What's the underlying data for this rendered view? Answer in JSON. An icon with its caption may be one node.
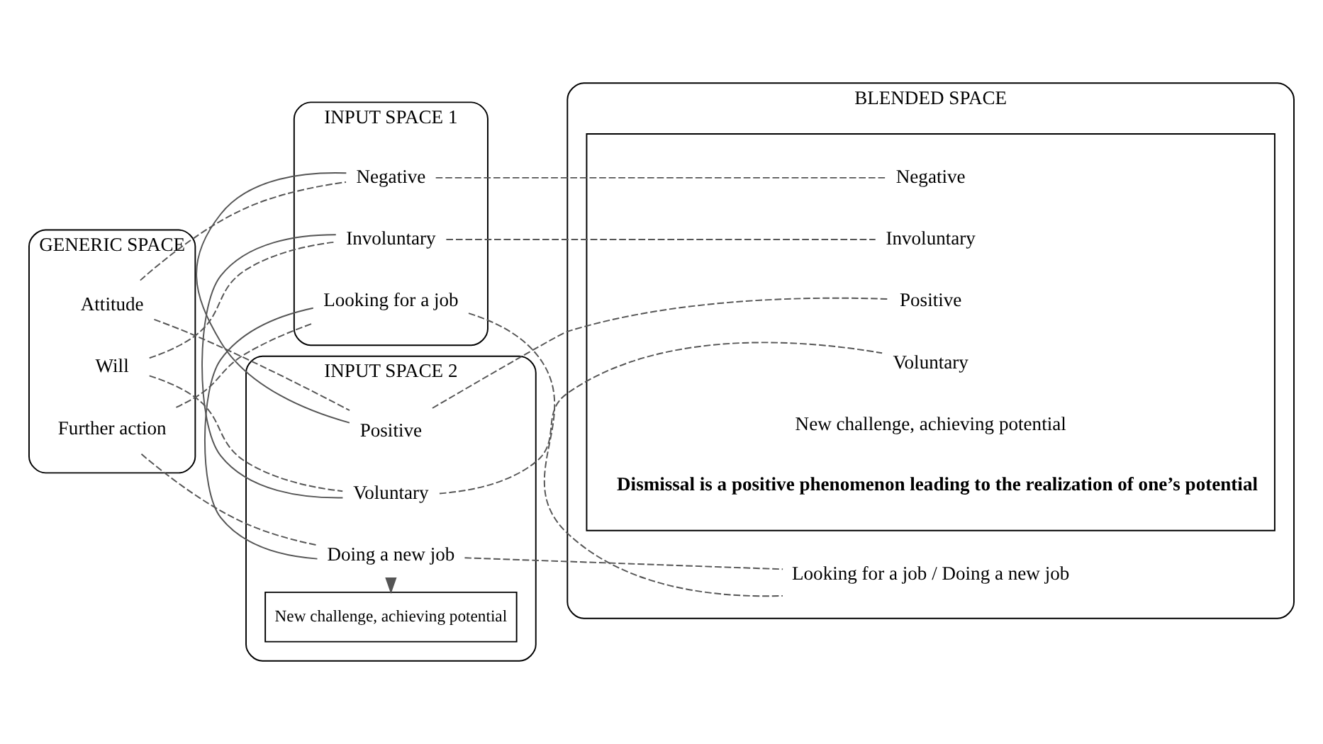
{
  "diagram": {
    "nodes": [
      {
        "text": [
          "GENERIC SPACE"
        ]
      },
      {
        "text": [
          "Attitude"
        ],
        "in": 0
      },
      {
        "text": [
          "Will"
        ],
        "in": 0
      },
      {
        "text": [
          "Further action"
        ],
        "in": 0
      },
      {
        "text": [
          "INPUT SPACE 1"
        ]
      },
      {
        "text": [
          "Negative"
        ],
        "in": 4
      },
      {
        "text": [
          "Involuntary"
        ],
        "in": 4
      },
      {
        "text": [
          "Looking for a job"
        ],
        "in": 4
      },
      {
        "text": [
          "INPUT SPACE 2"
        ]
      },
      {
        "text": [
          "Positive"
        ],
        "in": 8
      },
      {
        "text": [
          "Voluntary"
        ],
        "in": 8
      },
      {
        "text": [
          "Doing a new job"
        ],
        "in": 8
      },
      {
        "text": [
          "New challenge, achieving potential"
        ],
        "in": 8
      },
      {
        "text": [
          "BLENDED SPACE"
        ]
      },
      {
        "text": [
          "Looking for a job / Doing a new job"
        ],
        "in": 13
      },
      {
        "text": [],
        "shape": "box",
        "in": 13
      },
      {
        "text": [
          "Negative"
        ],
        "in": 15
      },
      {
        "text": [
          "Positive"
        ],
        "in": 15
      },
      {
        "text": [
          "Involuntary"
        ],
        "in": 15
      },
      {
        "text": [
          "Voluntary"
        ],
        "in": 15
      },
      {
        "text": [
          "New challenge, achieving potential"
        ],
        "in": 15
      },
      {
        "text": [
          "Dismissal is a positive phenomenon leading to the realization of one’s potential"
        ],
        "in": 15
      }
    ],
    "edges": [
      {
        "from": 5,
        "to": 9,
        "arrow": "none"
      },
      {
        "from": 6,
        "to": 10,
        "arrow": "none"
      },
      {
        "from": 7,
        "to": 11,
        "arrow": "none"
      },
      {
        "from": 11,
        "to": 12,
        "arrow": "to"
      },
      {
        "from": 1,
        "to": 5,
        "arrow": "none",
        "style": "dashed"
      },
      {
        "from": 1,
        "to": 9,
        "arrow": "none",
        "style": "dashed"
      },
      {
        "from": 2,
        "to": 6,
        "arrow": "none",
        "style": "dashed"
      },
      {
        "from": 2,
        "to": 10,
        "arrow": "none",
        "style": "dashed"
      },
      {
        "from": 3,
        "to": 7,
        "arrow": "none",
        "style": "dashed"
      },
      {
        "from": 3,
        "to": 11,
        "arrow": "none",
        "style": "dashed"
      },
      {
        "from": 5,
        "to": 16,
        "arrow": "none",
        "style": "dashed"
      },
      {
        "from": 6,
        "to": 18,
        "arrow": "none",
        "style": "dashed"
      },
      {
        "from": 7,
        "to": 14,
        "arrow": "none",
        "style": "dashed"
      },
      {
        "from": 9,
        "to": 17,
        "arrow": "none",
        "style": "dashed"
      },
      {
        "from": 10,
        "to": 19,
        "arrow": "none",
        "style": "dashed"
      },
      {
        "from": 11,
        "to": 14,
        "arrow": "none",
        "style": "dashed"
      }
    ]
  }
}
